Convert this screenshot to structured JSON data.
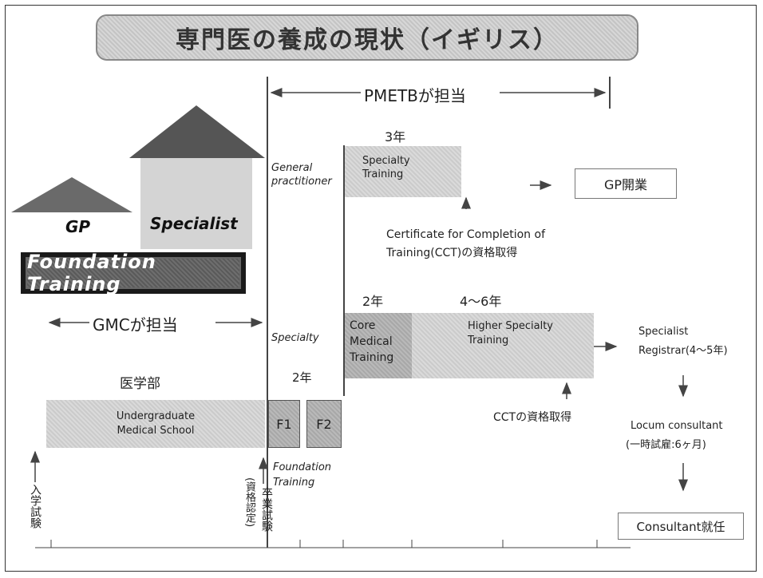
{
  "title": "専門医の養成の現状（イギリス）",
  "houses": {
    "gp": "GP",
    "specialist": "Specialist",
    "foundation": "Foundation Training"
  },
  "bodies": {
    "pmetb": "PMETBが担当",
    "gmc": "GMCが担当"
  },
  "gp_track": {
    "label": "General practitioner",
    "years": "3年",
    "box": "Specialty Training",
    "outcome": "GP開業",
    "cert": [
      "Certificate for  Completion of",
      "Training(CCT)の資格取得"
    ]
  },
  "specialty_track": {
    "label": "Specialty",
    "years_core": "2年",
    "years_higher": "4～6年",
    "core_box": "Core Medical Training",
    "higher_box": "Higher Specialty Training",
    "registrar": [
      "Specialist",
      "Registrar(4～5年)"
    ],
    "cct": "CCTの資格取得",
    "locum": [
      "Locum  consultant",
      "(一時試雇:6ヶ月)"
    ],
    "consultant": "Consultant就任"
  },
  "school": {
    "label": "医学部",
    "box": "Undergraduate Medical School",
    "years_f": "2年",
    "f1": "F1",
    "f2": "F2"
  },
  "foundation_label": "Foundation Training",
  "exams": {
    "entrance": "入学試験",
    "graduation": "卒業試験",
    "graduation_note": "(資格認定)"
  }
}
